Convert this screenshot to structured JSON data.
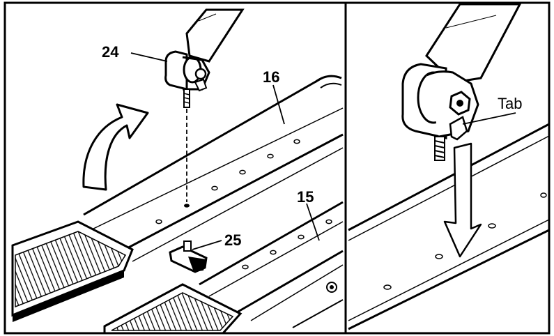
{
  "labels": {
    "part_24": "24",
    "part_16": "16",
    "part_15": "15",
    "part_25": "25",
    "tab": "Tab"
  }
}
